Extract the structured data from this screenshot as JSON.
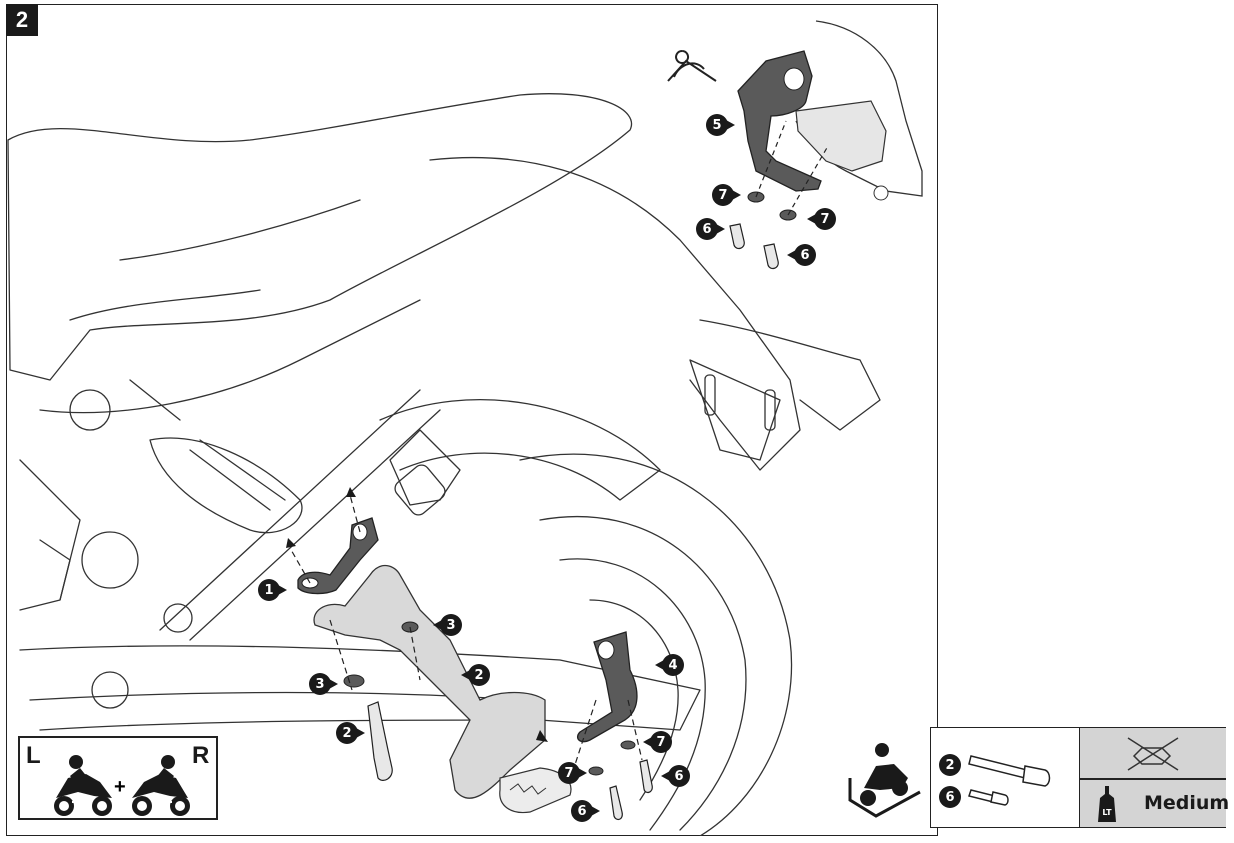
{
  "step": {
    "number": "2"
  },
  "callouts": [
    {
      "label": "1"
    },
    {
      "label": "2"
    },
    {
      "label": "2"
    },
    {
      "label": "3"
    },
    {
      "label": "3"
    },
    {
      "label": "4"
    },
    {
      "label": "5"
    },
    {
      "label": "6"
    },
    {
      "label": "6"
    },
    {
      "label": "6"
    },
    {
      "label": "6"
    },
    {
      "label": "7"
    },
    {
      "label": "7"
    },
    {
      "label": "7"
    },
    {
      "label": "7"
    }
  ],
  "side_indicator": {
    "left": "L",
    "plus": "+",
    "right": "R"
  },
  "threadlock": {
    "bolt_refs": [
      "2",
      "6"
    ],
    "strength": "Medium",
    "icons": [
      "no-lubricant-icon",
      "threadlocker-bottle-icon"
    ]
  },
  "colors": {
    "ink": "#1a1a1a",
    "part_dark": "#5a5a5a",
    "part_light": "#d9d9d9",
    "panel_grey": "#d4d4d4"
  }
}
